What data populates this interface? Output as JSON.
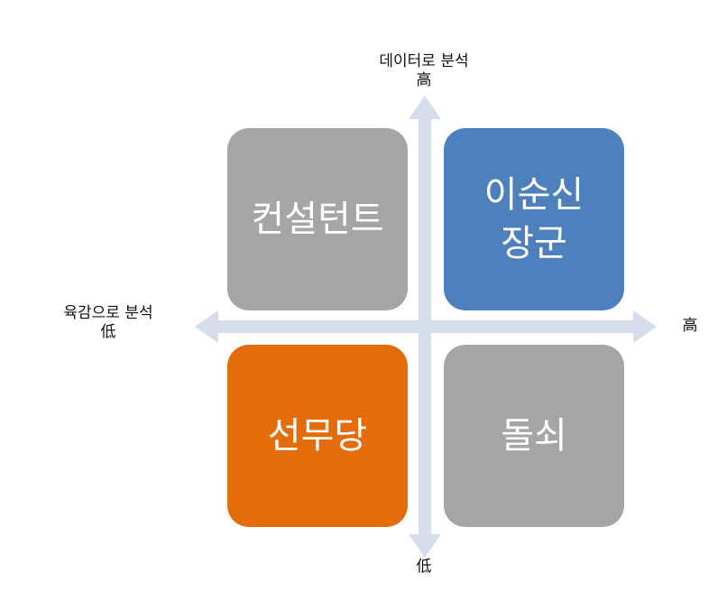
{
  "axes": {
    "y_top_title": "데이터로 분석",
    "y_top_level": "高",
    "y_bottom_level": "低",
    "x_left_title": "육감으로 분석",
    "x_left_level": "低",
    "x_right_level": "高",
    "arrow_color": "#d5ddea"
  },
  "quadrants": {
    "top_left": {
      "label": "컨설턴트",
      "color": "#a5a5a5"
    },
    "top_right": {
      "label": "이순신\n장군",
      "color": "#4e80bd"
    },
    "bottom_left": {
      "label": "선무당",
      "color": "#e46c0a"
    },
    "bottom_right": {
      "label": "돌쇠",
      "color": "#a5a5a5"
    }
  }
}
